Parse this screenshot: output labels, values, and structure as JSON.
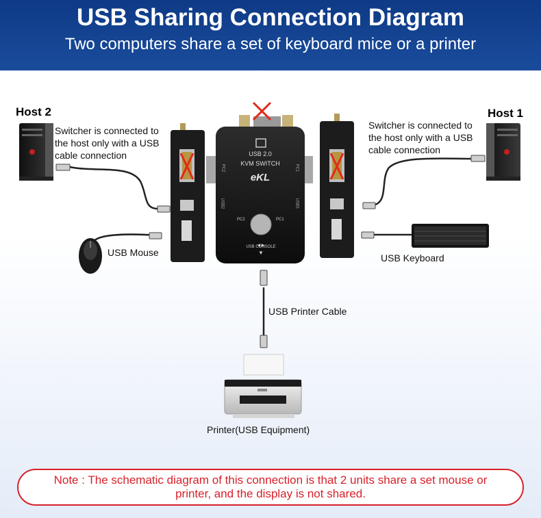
{
  "header": {
    "title": "USB Sharing Connection Diagram",
    "subtitle": "Two computers share a set of keyboard mice or a printer"
  },
  "hosts": {
    "host2": {
      "label": "Host 2",
      "caption": [
        "Switcher is connected to",
        "the host only with a USB",
        "cable connection"
      ]
    },
    "host1": {
      "label": "Host 1",
      "caption": [
        "Switcher is connected to",
        "the host only with a USB",
        "cable connection"
      ]
    }
  },
  "switch": {
    "line1": "USB 2.0",
    "line2": "KVM SWITCH",
    "brand": "eKL",
    "pc1": "PC1",
    "pc2": "PC2",
    "usb1": "USB1",
    "usb2": "USB2",
    "console": "USB CONSOLE"
  },
  "devices": {
    "mouse": "USB Mouse",
    "keyboard": "USB Keyboard",
    "printer_cable": "USB Printer Cable",
    "printer": "Printer(USB Equipment)"
  },
  "note": {
    "line1": "Note : The schematic diagram of this connection is that 2 units share a set mouse or",
    "line2": "printer, and the display is not shared."
  },
  "colors": {
    "header": "#0e3a86",
    "note_red": "#d8202a",
    "cross_red": "#e02a1c"
  }
}
